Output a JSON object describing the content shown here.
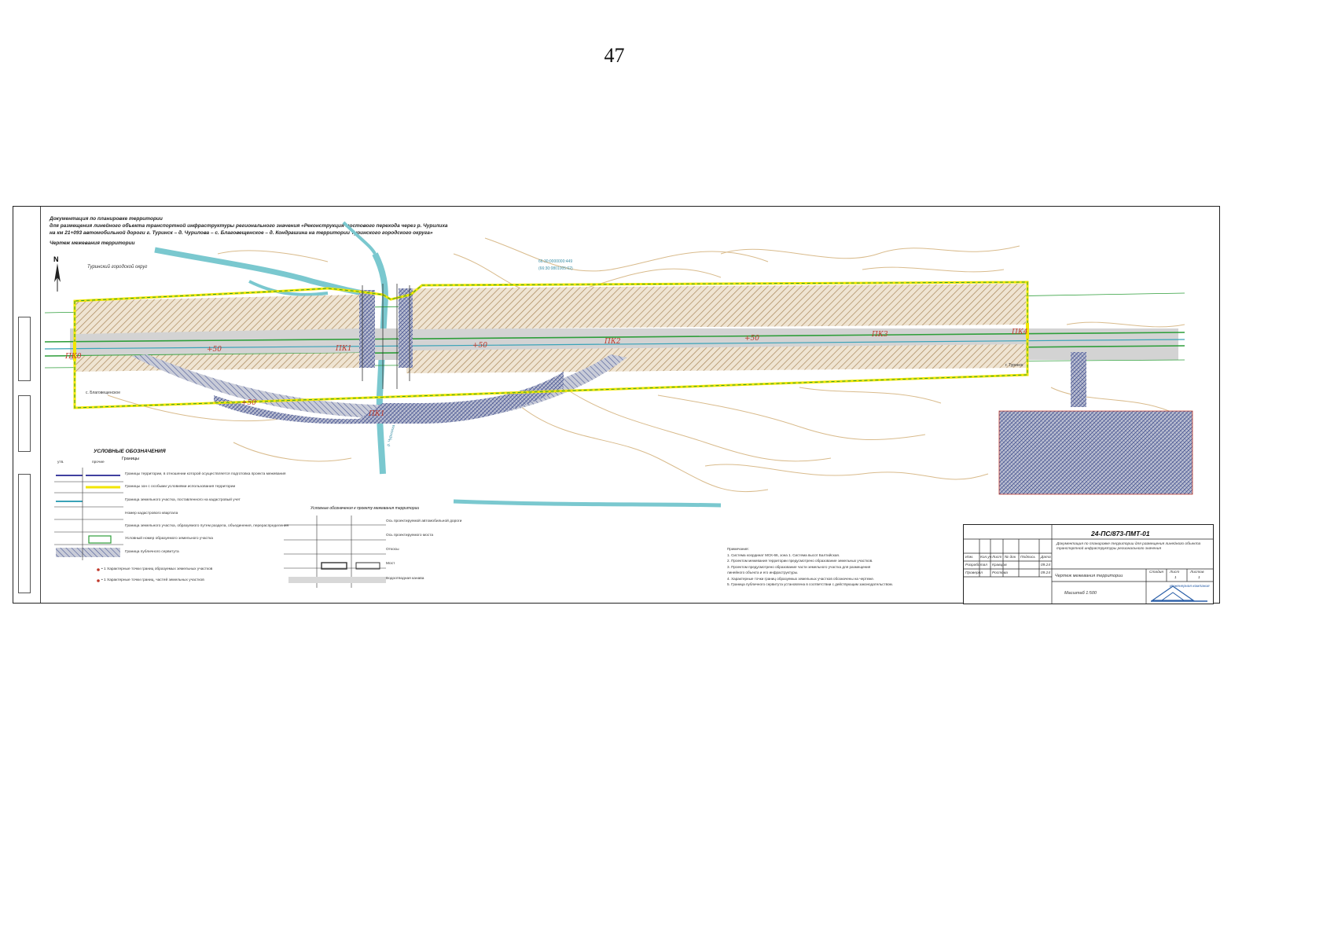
{
  "page": {
    "number": "47"
  },
  "header": {
    "line1": "Документация по планировке территории",
    "line2": "для размещения линейного объекта транспортной инфраструктуры регионального значения «Реконструкция мостового перехода через р. Чурилиха",
    "line3": "на км 21+093 автомобильной дороги г. Туринск – д. Чурилова – с. Благовещенское – д. Кондрашина на территории Туринского городского округа»",
    "line4": "Чертеж межевания территории"
  },
  "map": {
    "region_label": "Туринский городской округ",
    "north_label": "N",
    "river_label": "р. Чурилиха",
    "direction_left": "с. Благовещенское",
    "direction_right": "г. Туринск",
    "cadastral_top": "66:30:0000000:449",
    "cadastral_top2": "(66:30:0801005:62)",
    "pickets": [
      "ПК0",
      "ПК1",
      "ПК2",
      "ПК3",
      "ПК4"
    ],
    "picket_plus": [
      "+50",
      "+50",
      "+50",
      "+50"
    ],
    "side_label": "ПК1"
  },
  "legend": {
    "title": "УСЛОВНЫЕ ОБОЗНАЧЕНИЯ",
    "subtitle": "Границы",
    "col1": "утв.",
    "col2": "прочие",
    "items": [
      "Границы территории, в отношении которой осуществляется подготовка проекта межевания",
      "Границы зон с особыми условиями использования территории",
      "Граница земельного участка, поставленного на кадастровый учет",
      "Номер кадастрового квартала",
      "Граница земельного участка, образуемого путем раздела, объединения, перераспределения",
      "Условный номер образуемого земельного участка",
      "Граница публичного сервитута"
    ],
    "points1": "• 1 Характерные точки границ образуемых земельных участков",
    "points2": "• 1 Характерные точки границ, частей земельных участков"
  },
  "table2": {
    "title": "Условные обозначения к проекту межевания территории",
    "rows": [
      "Ось проектируемой автомобильной дороги",
      "Ось проектируемого моста",
      "Откосы",
      "Мост",
      "Водоотводная канава"
    ]
  },
  "notes": {
    "title": "Примечания:",
    "lines": [
      "1. Система координат МСК-66, зона 1. Система высот Балтийская.",
      "2. Проектом межевания территории предусмотрено образование земельных участков.",
      "3. Проектом предусмотрено образование части земельного участка для размещения",
      "линейного объекта и его инфраструктуры.",
      "4. Характерные точки границ образуемых земельных участков обозначены на чертеже.",
      "5. Граница публичного сервитута установлена в соответствии с действующим законодательством."
    ]
  },
  "stamp": {
    "code": "24-ПС/873-ПМТ-01",
    "description": "Документация по планировке территории для размещения линейного объекта транспортной инфраструктуры регионального значения",
    "sheet_title": "Чертеж межевания территории",
    "stage_label": "Стадия",
    "sheet_label": "Лист",
    "sheets_label": "Листов",
    "sheet_value": "1",
    "sheets_value": "1",
    "scale": "Масштаб 1:500",
    "roles": [
      "Изм.",
      "Кол.уч",
      "Лист",
      "№ док",
      "Подпись",
      "Дата"
    ],
    "people": [
      {
        "role": "Разработал",
        "name": "Кравцов",
        "date": "09.24"
      },
      {
        "role": "Проверил",
        "name": "Ростова",
        "date": "09.24"
      }
    ],
    "company": "Инженерная компания"
  },
  "colors": {
    "boundary_yellow": "#f2e600",
    "boundary_green": "#2e9e3a",
    "river": "#6fc3c9",
    "hatch_brown": "#b8966a",
    "hatch_blue": "#5a6aa8",
    "road_grey": "#c9c9c9",
    "picket_red": "#c0392b",
    "contour": "#d8b98a"
  }
}
